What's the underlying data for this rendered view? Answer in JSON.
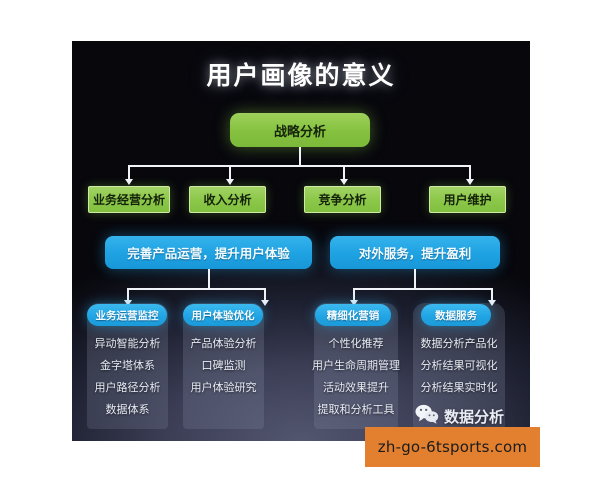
{
  "title": "用户画像的意义",
  "root": {
    "label": "战略分析"
  },
  "level2": [
    {
      "label": "业务经营分析"
    },
    {
      "label": "收入分析"
    },
    {
      "label": "竞争分析"
    },
    {
      "label": "用户维护"
    }
  ],
  "level3": [
    {
      "label": "完善产品运营，提升用户体验"
    },
    {
      "label": "对外服务，提升盈利"
    }
  ],
  "level4": [
    {
      "label": "业务运营监控",
      "items": [
        "异动智能分析",
        "金字塔体系",
        "用户路径分析",
        "数据体系"
      ]
    },
    {
      "label": "用户体验优化",
      "items": [
        "产品体验分析",
        "口碑监测",
        "用户体验研究"
      ]
    },
    {
      "label": "精细化营销",
      "items": [
        "个性化推荐",
        "用户生命周期管理",
        "活动效果提升",
        "提取和分析工具"
      ]
    },
    {
      "label": "数据服务",
      "items": [
        "数据分析产品化",
        "分析结果可视化",
        "分析结果实时化"
      ]
    }
  ],
  "watermark": {
    "label": "数据分析",
    "icon": "wechat-icon"
  },
  "banner": {
    "url": "zh-go-6tsports.com"
  },
  "colors": {
    "green": "#8bc748",
    "blue": "#1ea2e2",
    "panel_bg": "#07070c",
    "banner_bg": "#e2802f",
    "connector": "#f0f3f8"
  }
}
